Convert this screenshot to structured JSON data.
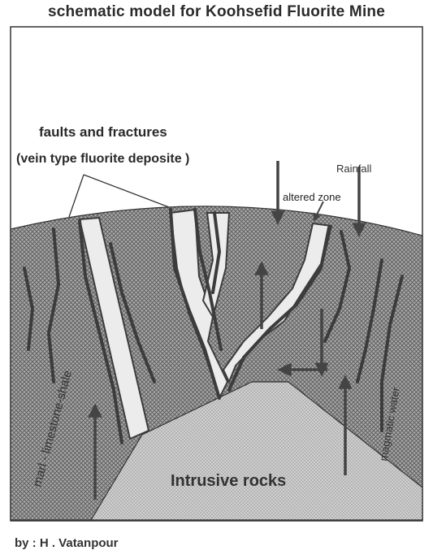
{
  "diagram": {
    "title": "schematic model for Koohsefid Fluorite Mine",
    "labels": {
      "faults": "faults and fractures",
      "vein": "(vein type fluorite deposite )",
      "rainfall": "Rainfall",
      "altered_zone": "altered zone",
      "host_rock": "marl - limestone-shale",
      "magmatic_water": "magmatic water",
      "intrusive": "Intrusive rocks"
    },
    "credit": "by : H . Vatanpour"
  },
  "colors": {
    "rock_fill": "#9a9a9a",
    "intrusive_fill": "#c9c9c9",
    "vein_fill": "#ececec",
    "dark_vein": "#3c3c3c",
    "arrow": "#444444"
  }
}
